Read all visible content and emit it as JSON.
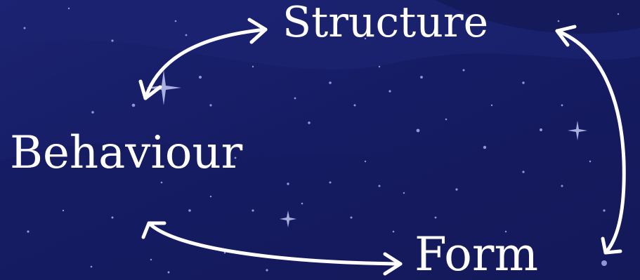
{
  "nodes": {
    "structure": "Structure",
    "behaviour": "Behaviour",
    "form": "Form"
  },
  "colors": {
    "background": "#141a5c",
    "text": "#ffffff",
    "arrow": "#ffffff"
  },
  "edges": [
    {
      "from": "behaviour",
      "to": "structure",
      "bidirectional": true
    },
    {
      "from": "structure",
      "to": "form",
      "bidirectional": true
    },
    {
      "from": "behaviour",
      "to": "form",
      "bidirectional": true
    }
  ]
}
